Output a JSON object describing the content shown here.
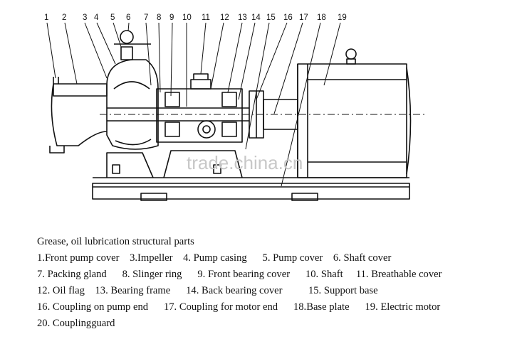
{
  "diagram": {
    "part_numbers": [
      "1",
      "2",
      "3",
      "4",
      "5",
      "6",
      "7",
      "8",
      "9",
      "10",
      "11",
      "12",
      "13",
      "14",
      "15",
      "16",
      "17",
      "18",
      "19"
    ],
    "watermark": "trade.china.cn"
  },
  "legend": {
    "title": "Grease, oil lubrication structural parts",
    "lines": [
      "1.Front pump cover    3.Impeller    4. Pump casing      5. Pump cover    6. Shaft cover",
      "7. Packing gland      8. Slinger ring      9. Front bearing cover      10. Shaft     11. Breathable cover",
      "12. Oil flag    13. Bearing frame      14. Back bearing cover          15. Support base",
      "16. Coupling on pump end      17. Coupling for motor end      18.Base plate      19. Electric motor",
      "20. Couplingguard"
    ]
  }
}
